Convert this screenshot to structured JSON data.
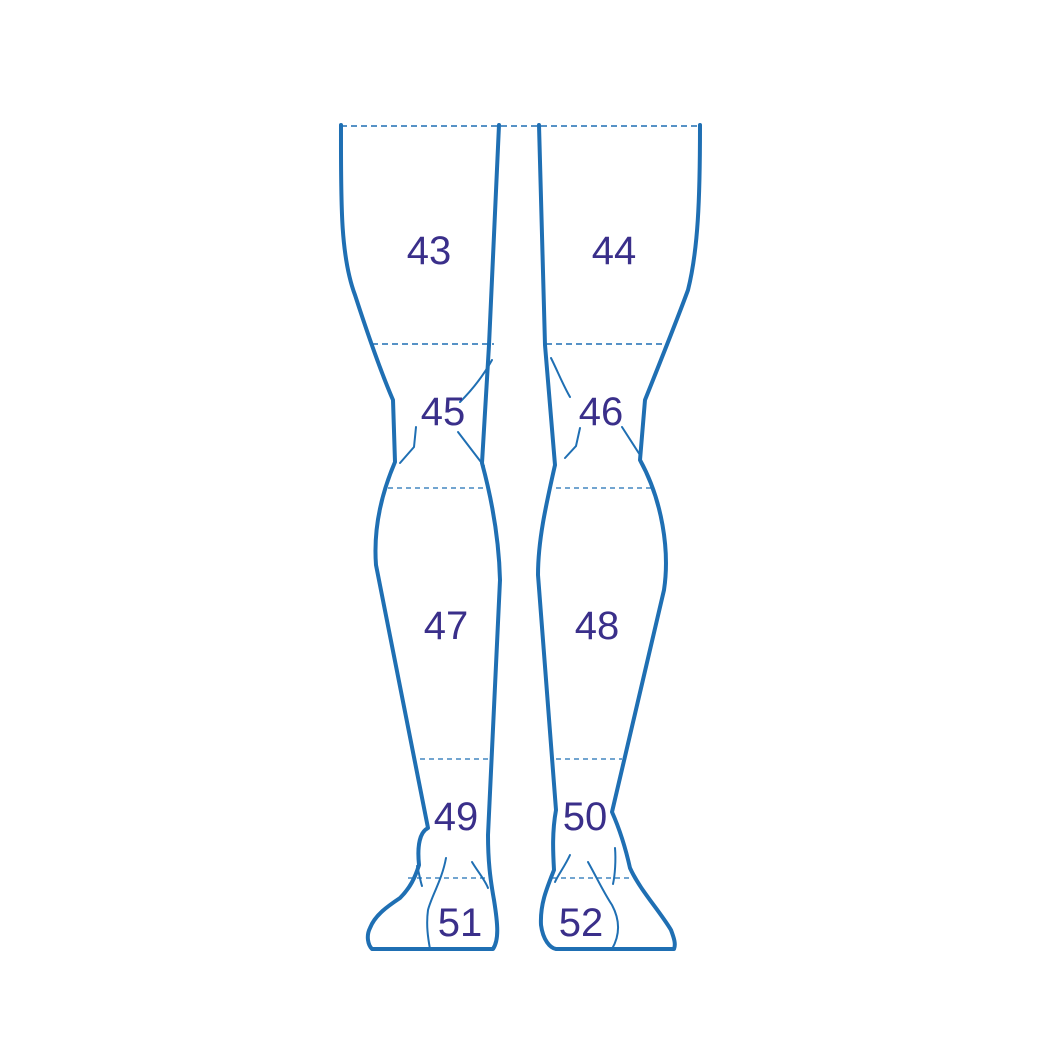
{
  "colors": {
    "outline": "#1f6fb3",
    "label": "#3a2f8a",
    "background": "#ffffff"
  },
  "zones": [
    {
      "id": "43",
      "label": "43"
    },
    {
      "id": "44",
      "label": "44"
    },
    {
      "id": "45",
      "label": "45"
    },
    {
      "id": "46",
      "label": "46"
    },
    {
      "id": "47",
      "label": "47"
    },
    {
      "id": "48",
      "label": "48"
    },
    {
      "id": "49",
      "label": "49"
    },
    {
      "id": "50",
      "label": "50"
    },
    {
      "id": "51",
      "label": "51"
    },
    {
      "id": "52",
      "label": "52"
    }
  ]
}
